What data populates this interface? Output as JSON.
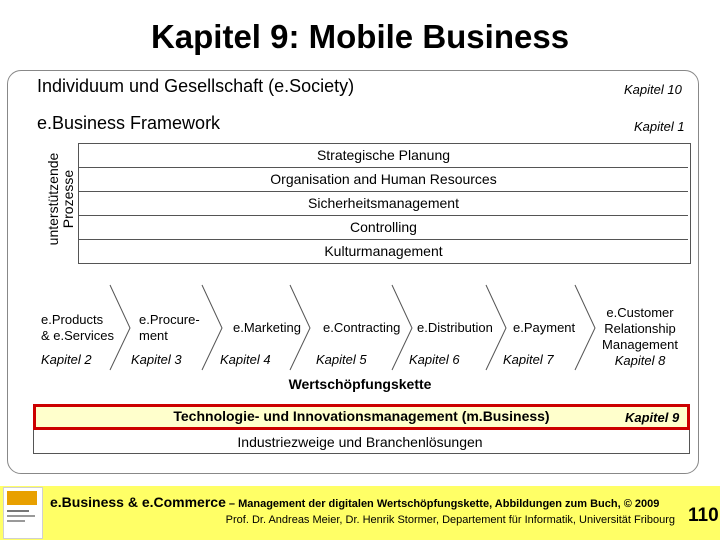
{
  "title": "Kapitel 9: Mobile Business",
  "society": {
    "label": "Individuum und Gesellschaft (e.Society)",
    "chapter": "Kapitel 10"
  },
  "framework": {
    "label": "e.Business Framework",
    "chapter": "Kapitel 1"
  },
  "support": {
    "label_line1": "unterstützende",
    "label_line2": "Prozesse",
    "rows": [
      "Strategische Planung",
      "Organisation and Human Resources",
      "Sicherheitsmanagement",
      "Controlling",
      "Kulturmanagement"
    ]
  },
  "value_chain": {
    "label": "Wertschöpfungskette",
    "steps": [
      {
        "name_line1": "e.Products",
        "name_line2": "& e.Services",
        "chapter": "Kapitel 2"
      },
      {
        "name_line1": "e.Procure-",
        "name_line2": "ment",
        "chapter": "Kapitel 3"
      },
      {
        "name_line1": "e.Marketing",
        "name_line2": "",
        "chapter": "Kapitel 4"
      },
      {
        "name_line1": "e.Contracting",
        "name_line2": "",
        "chapter": "Kapitel 5"
      },
      {
        "name_line1": "e.Distribution",
        "name_line2": "",
        "chapter": "Kapitel 6"
      },
      {
        "name_line1": "e.Payment",
        "name_line2": "",
        "chapter": "Kapitel 7"
      },
      {
        "name_line1": "e.Customer",
        "name_line2": "Relationship",
        "name_line3": "Management",
        "chapter": "Kapitel 8"
      }
    ]
  },
  "technology": {
    "label": "Technologie- und Innovationsmanagement (m.Business)",
    "chapter": "Kapitel 9",
    "highlight": "#cc0000",
    "fill": "#ffffcc"
  },
  "industry": {
    "label": "Industriezweige und Branchenlösungen"
  },
  "footer": {
    "book_title": "e.Business & e.Commerce",
    "book_subtitle": " – Management der digitalen Wertschöpfungskette, Abbildungen zum Buch, © 2009",
    "authors": "Prof. Dr. Andreas Meier, Dr. Henrik Stormer, Departement für Informatik, Universität Fribourg",
    "page": "110",
    "bar_color": "#ffff66",
    "logo_icon": "university-logo-icon"
  }
}
